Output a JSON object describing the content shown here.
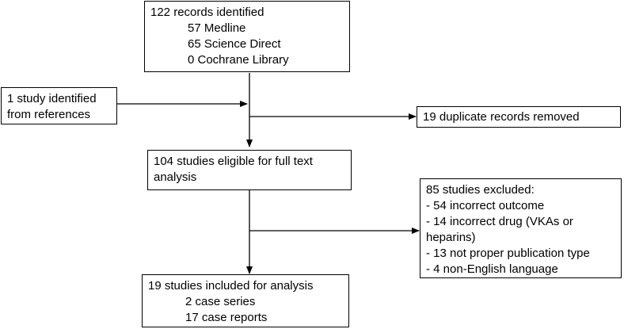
{
  "records": {
    "lines": [
      "122 records identified",
      "57 Medline",
      "65 Science Direct",
      "0 Cochrane Library"
    ]
  },
  "references": {
    "lines": [
      "1 study identified",
      "from references"
    ]
  },
  "duplicates": {
    "lines": [
      "19 duplicate records removed"
    ]
  },
  "eligible": {
    "lines": [
      "104 studies eligible for full text",
      "analysis"
    ]
  },
  "excluded": {
    "lines": [
      "85 studies excluded:",
      "- 54 incorrect outcome",
      "- 14 incorrect drug (VKAs or",
      "heparins)",
      "- 13 not proper publication type",
      "- 4 non-English language"
    ]
  },
  "included": {
    "lines": [
      "19 studies included for analysis",
      "2 case series",
      "17 case reports"
    ]
  }
}
